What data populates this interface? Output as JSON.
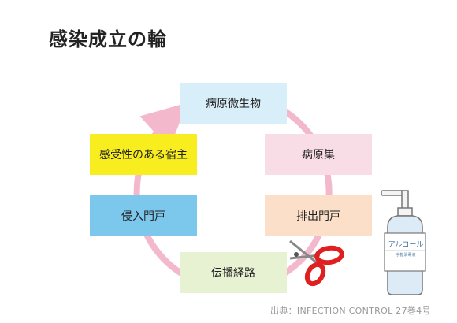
{
  "title": "感染成立の輪",
  "nodes": {
    "pathogen": "病原微生物",
    "reservoir": "病原巣",
    "exit": "排出門戸",
    "transmission": "伝播経路",
    "entry": "侵入門戸",
    "host": "感受性のある宿主"
  },
  "bottle": {
    "label": "アルコール",
    "sublabel": "手指消毒液"
  },
  "source": "出典：INFECTION CONTROL 27巻4号",
  "colors": {
    "ring": "#f4b8cd",
    "pathogen": "#d8eef8",
    "reservoir": "#f9dde6",
    "exit": "#fbdfc8",
    "transmission": "#e7f2d2",
    "entry": "#7cc7ec",
    "host": "#f8ee1f",
    "scissors": "#e02020"
  }
}
